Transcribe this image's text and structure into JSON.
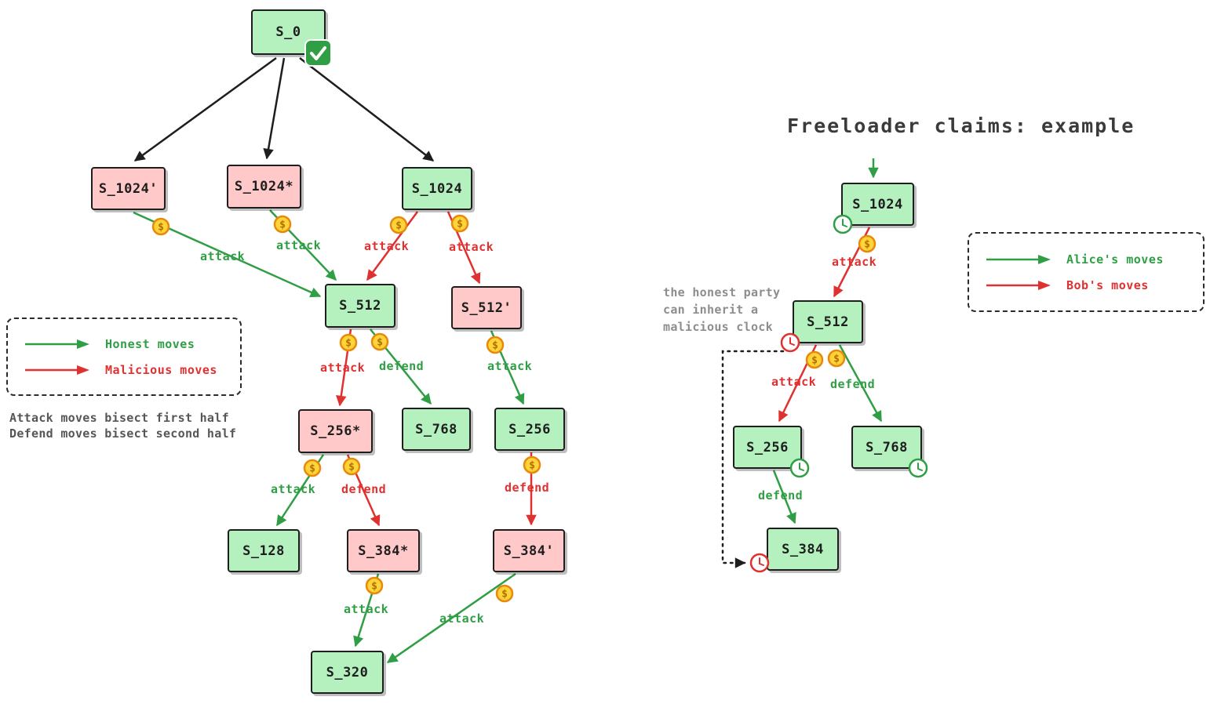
{
  "title": "Freeloader claims: example",
  "icons": {
    "coin_symbol": "$"
  },
  "colors": {
    "honest_fill": "#b4f1bf",
    "malicious_fill": "#ffc9c9",
    "green_accent": "#2f9e44",
    "red_accent": "#e03131",
    "coin_fill": "#ffd43b",
    "coin_stroke": "#e8890c",
    "box_border": "#1e1e1e"
  },
  "legend_left": {
    "items": [
      {
        "label": "Honest moves",
        "color": "green"
      },
      {
        "label": "Malicious moves",
        "color": "red"
      }
    ]
  },
  "legend_right": {
    "items": [
      {
        "label": "Alice's moves",
        "color": "green"
      },
      {
        "label": "Bob's moves",
        "color": "red"
      }
    ]
  },
  "notes": {
    "line1": "Attack moves bisect first half",
    "line2": "Defend moves bisect second half"
  },
  "annotation": {
    "line1": "the honest party",
    "line2": "can inherit a",
    "line3": "malicious clock"
  },
  "left_tree": {
    "nodes": [
      {
        "label": "S_0",
        "kind": "honest",
        "badge": "checkmark"
      },
      {
        "label": "S_1024'",
        "kind": "malicious"
      },
      {
        "label": "S_1024*",
        "kind": "malicious"
      },
      {
        "label": "S_1024",
        "kind": "honest"
      },
      {
        "label": "S_512",
        "kind": "honest"
      },
      {
        "label": "S_512'",
        "kind": "malicious"
      },
      {
        "label": "S_256*",
        "kind": "malicious"
      },
      {
        "label": "S_768",
        "kind": "honest"
      },
      {
        "label": "S_256",
        "kind": "honest"
      },
      {
        "label": "S_128",
        "kind": "honest"
      },
      {
        "label": "S_384*",
        "kind": "malicious"
      },
      {
        "label": "S_384'",
        "kind": "malicious"
      },
      {
        "label": "S_320",
        "kind": "honest"
      }
    ],
    "edges": [
      {
        "from": "S_1024'",
        "to": "S_512",
        "label": "attack",
        "color": "green",
        "coin": true
      },
      {
        "from": "S_1024*",
        "to": "S_512",
        "label": "attack",
        "color": "green",
        "coin": true
      },
      {
        "from": "S_1024",
        "to": "S_512",
        "label": "attack",
        "color": "red",
        "coin": true
      },
      {
        "from": "S_1024",
        "to": "S_512'",
        "label": "attack",
        "color": "red",
        "coin": true
      },
      {
        "from": "S_512",
        "to": "S_256*",
        "label": "attack",
        "color": "red",
        "coin": true
      },
      {
        "from": "S_512",
        "to": "S_768",
        "label": "defend",
        "color": "green",
        "coin": true
      },
      {
        "from": "S_512'",
        "to": "S_256",
        "label": "attack",
        "color": "green",
        "coin": true
      },
      {
        "from": "S_256*",
        "to": "S_128",
        "label": "attack",
        "color": "green",
        "coin": true
      },
      {
        "from": "S_256*",
        "to": "S_384*",
        "label": "defend",
        "color": "red",
        "coin": true
      },
      {
        "from": "S_256",
        "to": "S_384'",
        "label": "defend",
        "color": "red",
        "coin": true
      },
      {
        "from": "S_384*",
        "to": "S_320",
        "label": "attack",
        "color": "green",
        "coin": true
      },
      {
        "from": "S_384'",
        "to": "S_320",
        "label": "attack",
        "color": "green",
        "coin": true
      }
    ]
  },
  "right_tree": {
    "nodes": [
      {
        "label": "S_1024",
        "kind": "honest",
        "clock": "green"
      },
      {
        "label": "S_512",
        "kind": "honest",
        "clock": "red"
      },
      {
        "label": "S_256",
        "kind": "honest",
        "clock": "green"
      },
      {
        "label": "S_768",
        "kind": "honest",
        "clock": "green"
      },
      {
        "label": "S_384",
        "kind": "honest",
        "clock": "red"
      }
    ],
    "edges": [
      {
        "from": "S_1024",
        "to": "S_512",
        "label": "attack",
        "color": "red",
        "coin": true
      },
      {
        "from": "S_512",
        "to": "S_256",
        "label": "attack",
        "color": "red",
        "coin": true
      },
      {
        "from": "S_512",
        "to": "S_768",
        "label": "defend",
        "color": "green",
        "coin": true
      },
      {
        "from": "S_256",
        "to": "S_384",
        "label": "defend",
        "color": "green",
        "coin": false
      }
    ]
  }
}
